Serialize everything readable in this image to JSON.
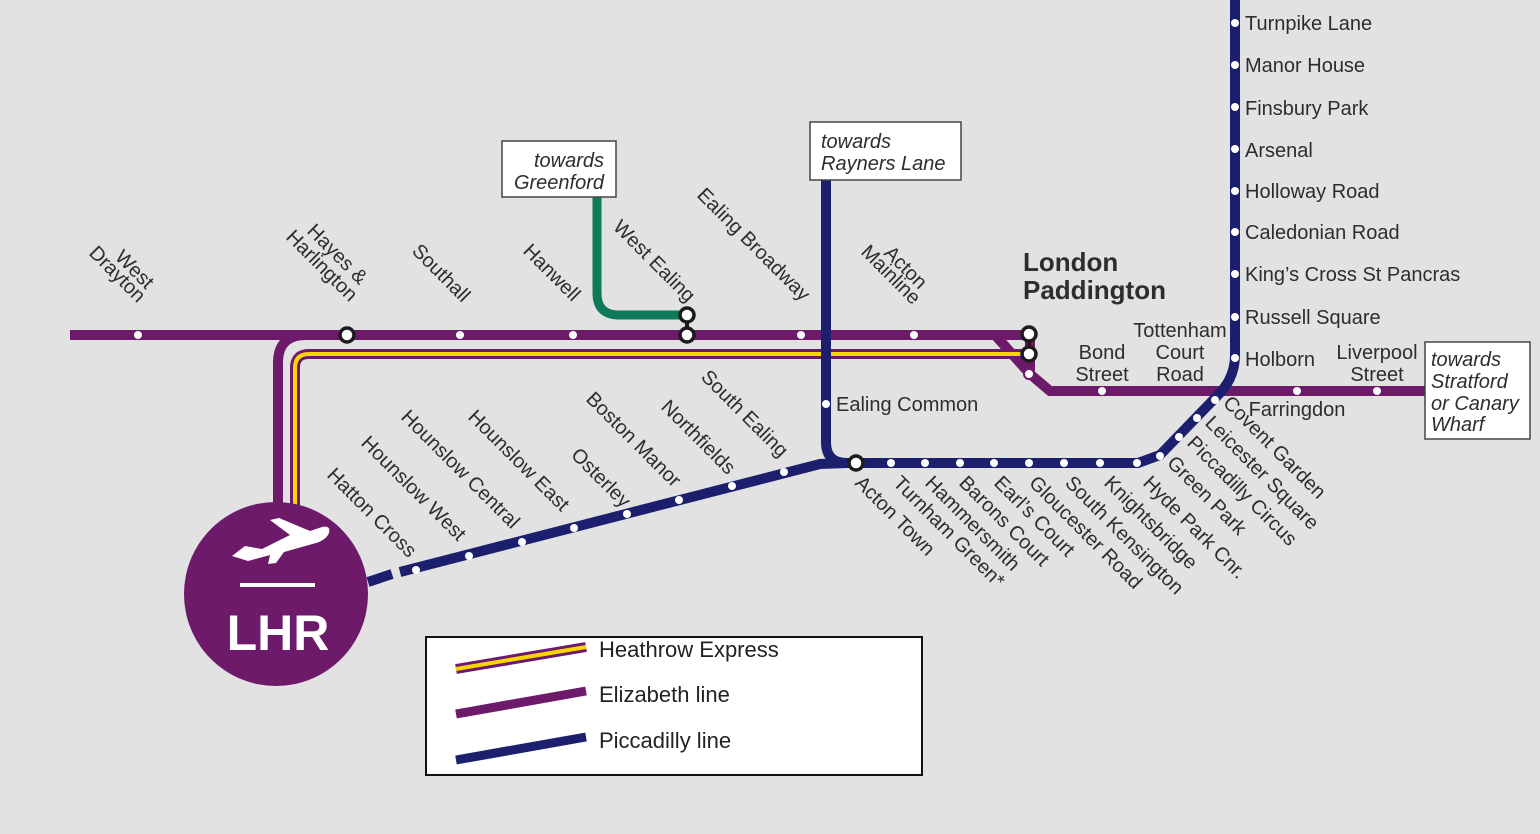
{
  "colors": {
    "background": "#e2e2e2",
    "elizabeth": "#6e1a6b",
    "piccadilly": "#1b1f6e",
    "heathrow_express": "#f7d500",
    "branch_green": "#0e7a5a",
    "station_dot": "#ffffff"
  },
  "airport": {
    "code": "LHR",
    "icon": "plane-icon"
  },
  "terminus": {
    "line1": "London",
    "line2": "Paddington"
  },
  "boxes": {
    "greenford": {
      "line1": "towards",
      "line2": "Greenford"
    },
    "rayners": {
      "line1": "towards",
      "line2": "Rayners Lane"
    },
    "stratford": {
      "line1": "towards",
      "line2": "Stratford",
      "line3": "or Canary",
      "line4": "Wharf"
    }
  },
  "stations": {
    "west_drayton": {
      "l1": "West",
      "l2": "Drayton"
    },
    "hayes": {
      "l1": "Hayes &",
      "l2": "Harlington"
    },
    "southall": "Southall",
    "hanwell": "Hanwell",
    "west_ealing": "West Ealing",
    "ealing_broadway": "Ealing Broadway",
    "acton_mainline": {
      "l1": "Acton",
      "l2": "Mainline"
    },
    "ealing_common": "Ealing Common",
    "bond_street": {
      "l1": "Bond",
      "l2": "Street"
    },
    "tottenham": {
      "l1": "Tottenham",
      "l2": "Court",
      "l3": "Road"
    },
    "liverpool_street": {
      "l1": "Liverpool",
      "l2": "Street"
    },
    "farringdon": "Farringdon",
    "hatton_cross": "Hatton Cross",
    "hounslow_west": "Hounslow West",
    "hounslow_central": "Hounslow Central",
    "hounslow_east": "Hounslow East",
    "osterley": "Osterley",
    "boston_manor": "Boston Manor",
    "northfields": "Northfields",
    "south_ealing": "South Ealing",
    "acton_town": "Acton Town",
    "turnham_green": "Turnham Green*",
    "hammersmith": "Hammersmith",
    "barons_court": "Barons Court",
    "earls_court": "Earl’s Court",
    "gloucester_road": "Gloucester Road",
    "south_kensington": "South Kensington",
    "knightsbridge": "Knightsbridge",
    "hyde_park": "Hyde Park Cnr.",
    "green_park": "Green Park",
    "piccadilly_circus": "Piccadilly Circus",
    "leicester_square": "Leicester Square",
    "covent_garden": "Covent Garden",
    "holborn": "Holborn",
    "russell_square": "Russell Square",
    "kings_cross": "King’s Cross St Pancras",
    "caledonian_road": "Caledonian Road",
    "holloway_road": "Holloway Road",
    "arsenal": "Arsenal",
    "finsbury_park": "Finsbury Park",
    "manor_house": "Manor House",
    "turnpike_lane": "Turnpike Lane"
  },
  "legend": [
    {
      "label": "Heathrow Express",
      "line": "heathrow_express"
    },
    {
      "label": "Elizabeth line",
      "line": "elizabeth"
    },
    {
      "label": "Piccadilly line",
      "line": "piccadilly"
    }
  ]
}
